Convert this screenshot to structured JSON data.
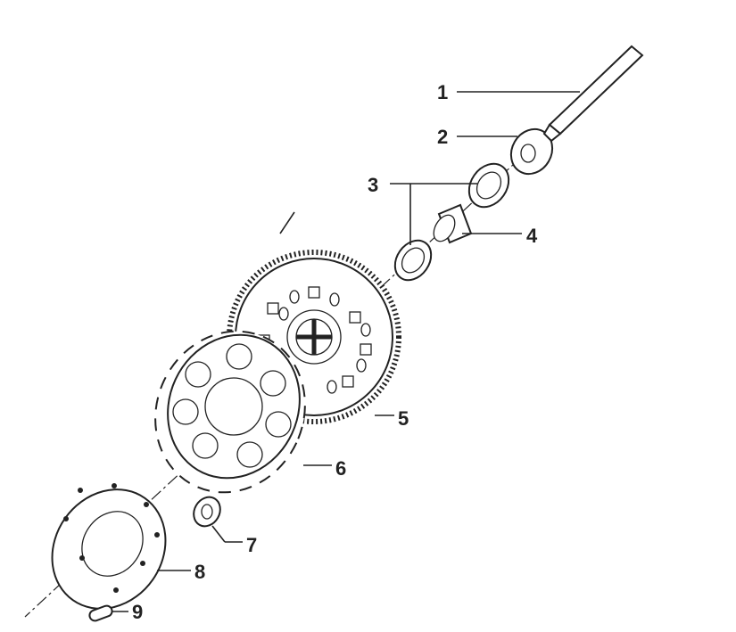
{
  "diagram": {
    "type": "exploded-parts-view",
    "callouts": [
      {
        "number": "1"
      },
      {
        "number": "2"
      },
      {
        "number": "3"
      },
      {
        "number": "4"
      },
      {
        "number": "5"
      },
      {
        "number": "6"
      },
      {
        "number": "7"
      },
      {
        "number": "8"
      },
      {
        "number": "9"
      }
    ],
    "colors": {
      "ink": "#222222",
      "background": "#ffffff"
    }
  }
}
